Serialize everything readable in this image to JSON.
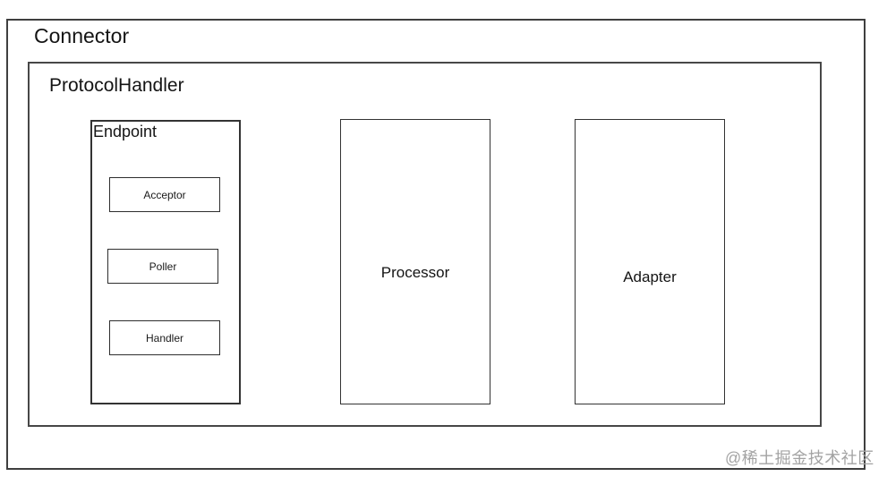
{
  "diagram": {
    "connector": {
      "label": "Connector"
    },
    "protocol_handler": {
      "label": "ProtocolHandler"
    },
    "endpoint": {
      "label": "Endpoint",
      "components": [
        {
          "label": "Acceptor"
        },
        {
          "label": "Poller"
        },
        {
          "label": "Handler"
        }
      ]
    },
    "processor": {
      "label": "Processor"
    },
    "adapter": {
      "label": "Adapter"
    }
  },
  "watermark": {
    "text": "@稀土掘金技术社区"
  },
  "colors": {
    "background": "#ffffff",
    "border_outer": "#3f3f3f",
    "border_inner": "#2e2e2e",
    "text": "#141414",
    "watermark": "#a3a3a3"
  }
}
